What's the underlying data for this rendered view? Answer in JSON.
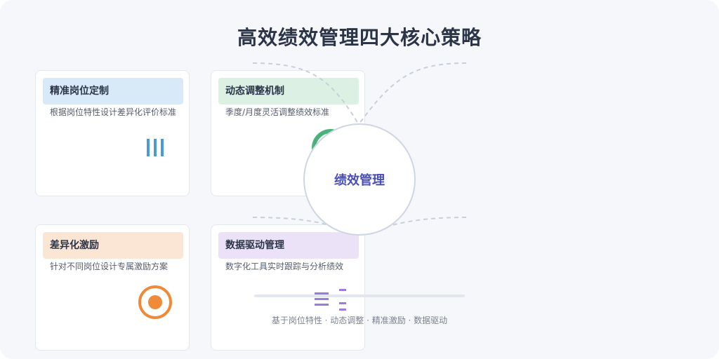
{
  "title": "高效绩效管理四大核心策略",
  "hub_label": "绩效管理",
  "footer": "基于岗位特性 · 动态调整 · 精准激励 · 数据驱动",
  "colors": {
    "background": "#f5f7fb",
    "blue": "#4a9ad8",
    "green": "#49b27a",
    "orange": "#ee8a3a",
    "purple": "#9b7be0",
    "hub_text": "#4a4fb8"
  },
  "cards": [
    {
      "title": "精准岗位定制",
      "desc": "根据岗位特性设计差异化评价标准",
      "head_color": "#d8e9f8",
      "icon": "bar-chart-icon"
    },
    {
      "title": "动态调整机制",
      "desc": "季度/月度灵活调整绩效标准",
      "head_color": "#dcf1e3",
      "icon": "cycle-icon"
    },
    {
      "title": "差异化激励",
      "desc": "针对不同岗位设计专属激励方案",
      "head_color": "#fbe6d6",
      "icon": "target-icon"
    },
    {
      "title": "数据驱动管理",
      "desc": "数字化工具实时跟踪与分析绩效",
      "head_color": "#ebe2f8",
      "icon": "data-list-icon"
    }
  ]
}
